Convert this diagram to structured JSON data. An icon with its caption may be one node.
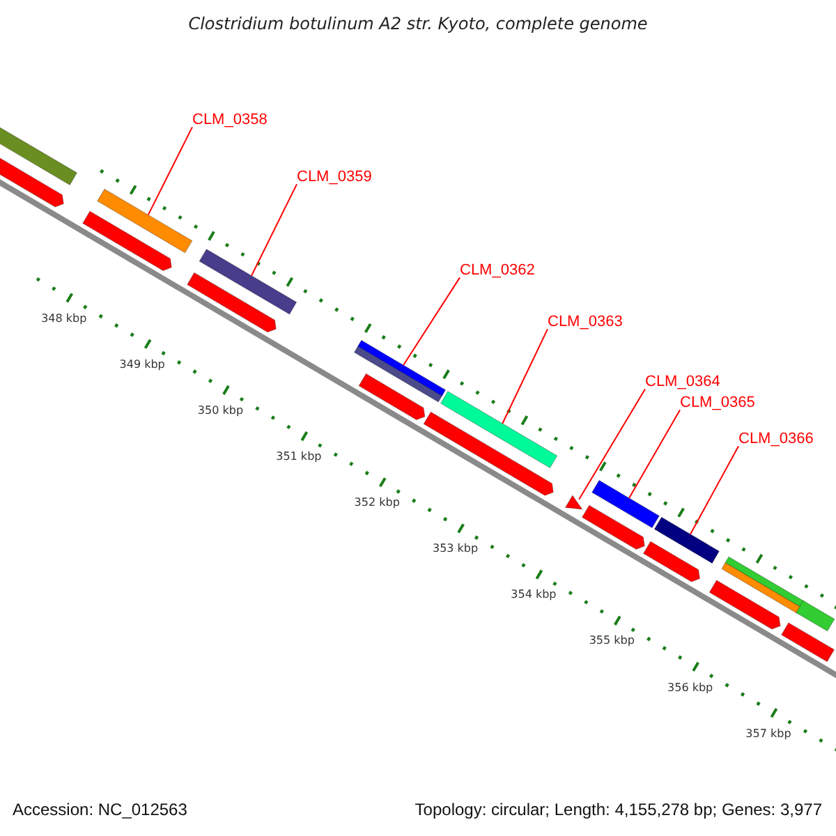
{
  "diagram": {
    "title": "Clostridium botulinum A2 str. Kyoto, complete genome",
    "nodes": [
      {
        "text": [
          "CLM_0358"
        ]
      },
      {
        "text": [
          "CLM_0359"
        ]
      },
      {
        "text": [
          "CLM_0362"
        ]
      },
      {
        "text": [
          "CLM_0363"
        ]
      },
      {
        "text": [
          "CLM_0364"
        ]
      },
      {
        "text": [
          "CLM_0365"
        ]
      },
      {
        "text": [
          "CLM_0366"
        ]
      },
      {
        "text": [],
        "shape": "bar"
      },
      {
        "text": [],
        "shape": "bar"
      },
      {
        "text": [],
        "shape": "bar"
      },
      {
        "text": [],
        "shape": "bar"
      },
      {
        "text": [],
        "shape": "bar"
      },
      {
        "text": [],
        "shape": "bar"
      },
      {
        "text": [],
        "shape": "bar"
      },
      {
        "text": [],
        "shape": "bar"
      },
      {
        "text": [],
        "shape": "bar"
      },
      {
        "text": [],
        "shape": "bar"
      },
      {
        "text": [],
        "shape": "bar"
      },
      {
        "text": [],
        "shape": "bar"
      },
      {
        "text": [],
        "shape": "bar"
      },
      {
        "text": [],
        "shape": "bar"
      },
      {
        "text": [],
        "shape": "bar"
      },
      {
        "text": [],
        "shape": "bar"
      },
      {
        "text": [],
        "shape": "bar"
      },
      {
        "text": [],
        "shape": "bar"
      },
      {
        "text": [],
        "shape": "bar"
      }
    ],
    "edges": [
      {
        "from": 0,
        "to": 7,
        "arrow": "none"
      },
      {
        "from": 1,
        "to": 8,
        "arrow": "none"
      },
      {
        "from": 2,
        "to": 9,
        "arrow": "none"
      },
      {
        "from": 3,
        "to": 10,
        "arrow": "none"
      },
      {
        "from": 4,
        "to": 11,
        "arrow": "none"
      },
      {
        "from": 5,
        "to": 12,
        "arrow": "none"
      },
      {
        "from": 6,
        "to": 13,
        "arrow": "none"
      }
    ],
    "labels": [
      "348 kbp",
      "349 kbp",
      "350 kbp",
      "351 kbp",
      "352 kbp",
      "353 kbp",
      "354 kbp",
      "355 kbp",
      "356 kbp",
      "357 kbp",
      "Accession: NC_012563",
      "Topology: circular; Length: 4,155,278 bp; Genes: 3,977"
    ]
  }
}
